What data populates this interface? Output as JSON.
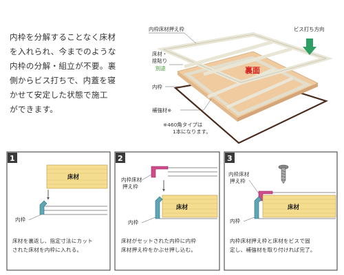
{
  "intro": {
    "lines": [
      "内枠を分解することなく床材",
      "を入れられ、今までのような",
      "内枠の分解・組立が不要。裏",
      "側からビス打ちで、内蓋を寝",
      "かせて安定した状態で施工",
      "ができます。"
    ]
  },
  "diagram": {
    "label_frame": "内枠床材押え枠",
    "label_screw_dir": "ビス打ち方向",
    "label_floor_1": "床材・",
    "label_floor_2": "捨貼り",
    "label_floor_3": "別途",
    "label_back": "裏面",
    "label_inner": "内枠",
    "label_reinforce": "補強材※",
    "note_1": "※460角タイプは",
    "note_2": "1本になります。"
  },
  "steps": [
    {
      "number": "1",
      "board_label": "床材",
      "inner_label": "内枠",
      "caption": [
        "床材を裏返し、指定寸法にカット",
        "された床材を内枠に入れる。"
      ]
    },
    {
      "number": "2",
      "frame_label": [
        "内枠床材",
        "押え枠"
      ],
      "board_label": "床材",
      "inner_label": "内枠",
      "caption": [
        "床材がセットされた内枠に内枠",
        "床材押え枠をかぶせ押し込む。"
      ]
    },
    {
      "number": "3",
      "frame_label": [
        "内枠床材",
        "押え枠"
      ],
      "board_label": "床材",
      "inner_label": "内枠",
      "caption": [
        "内枠床材押え枠と床材をビスで固",
        "定し、補強材を取り付ければ完了。"
      ]
    }
  ],
  "colors": {
    "frame": "#ece8d8",
    "wood": "#f2cfa6",
    "screw_arrow": "#2e9e62",
    "back_text": "#d41e1e",
    "floor_green": "#3f9a2e",
    "step_red_bar": "#c8282e",
    "inner_frame": "#5fa6b4",
    "press_frame": "#cf4c8c",
    "board_yellow": "#f4dd8e",
    "step_border": "#333333"
  }
}
